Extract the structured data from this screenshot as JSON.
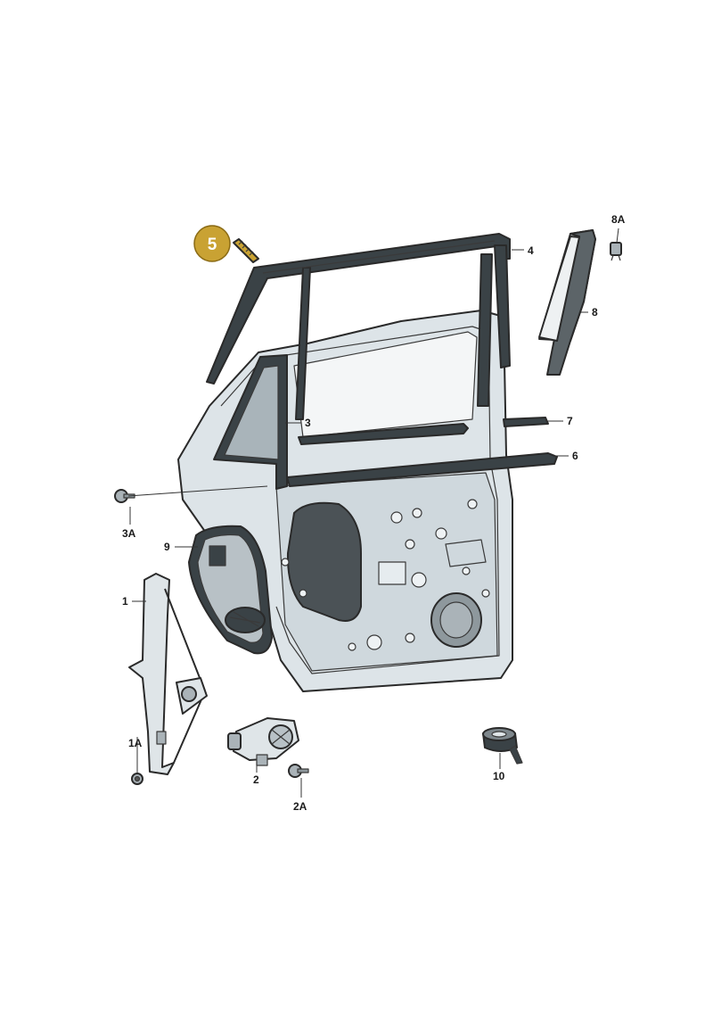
{
  "callouts": {
    "highlight": "5",
    "l_1": "1",
    "l_1A": "1A",
    "l_2": "2",
    "l_2A": "2A",
    "l_3": "3",
    "l_3A": "3A",
    "l_4": "4",
    "l_6": "6",
    "l_7": "7",
    "l_8": "8",
    "l_8A": "8A",
    "l_9": "9",
    "l_10": "10"
  },
  "colors": {
    "highlight_fill": "#c9a233",
    "highlight_stroke": "#8a6a14",
    "door_fill": "#dde4e8",
    "seal_fill": "#3a4246",
    "glass_fill": "#a9b4ba",
    "membrane_fill": "#4b5256"
  }
}
